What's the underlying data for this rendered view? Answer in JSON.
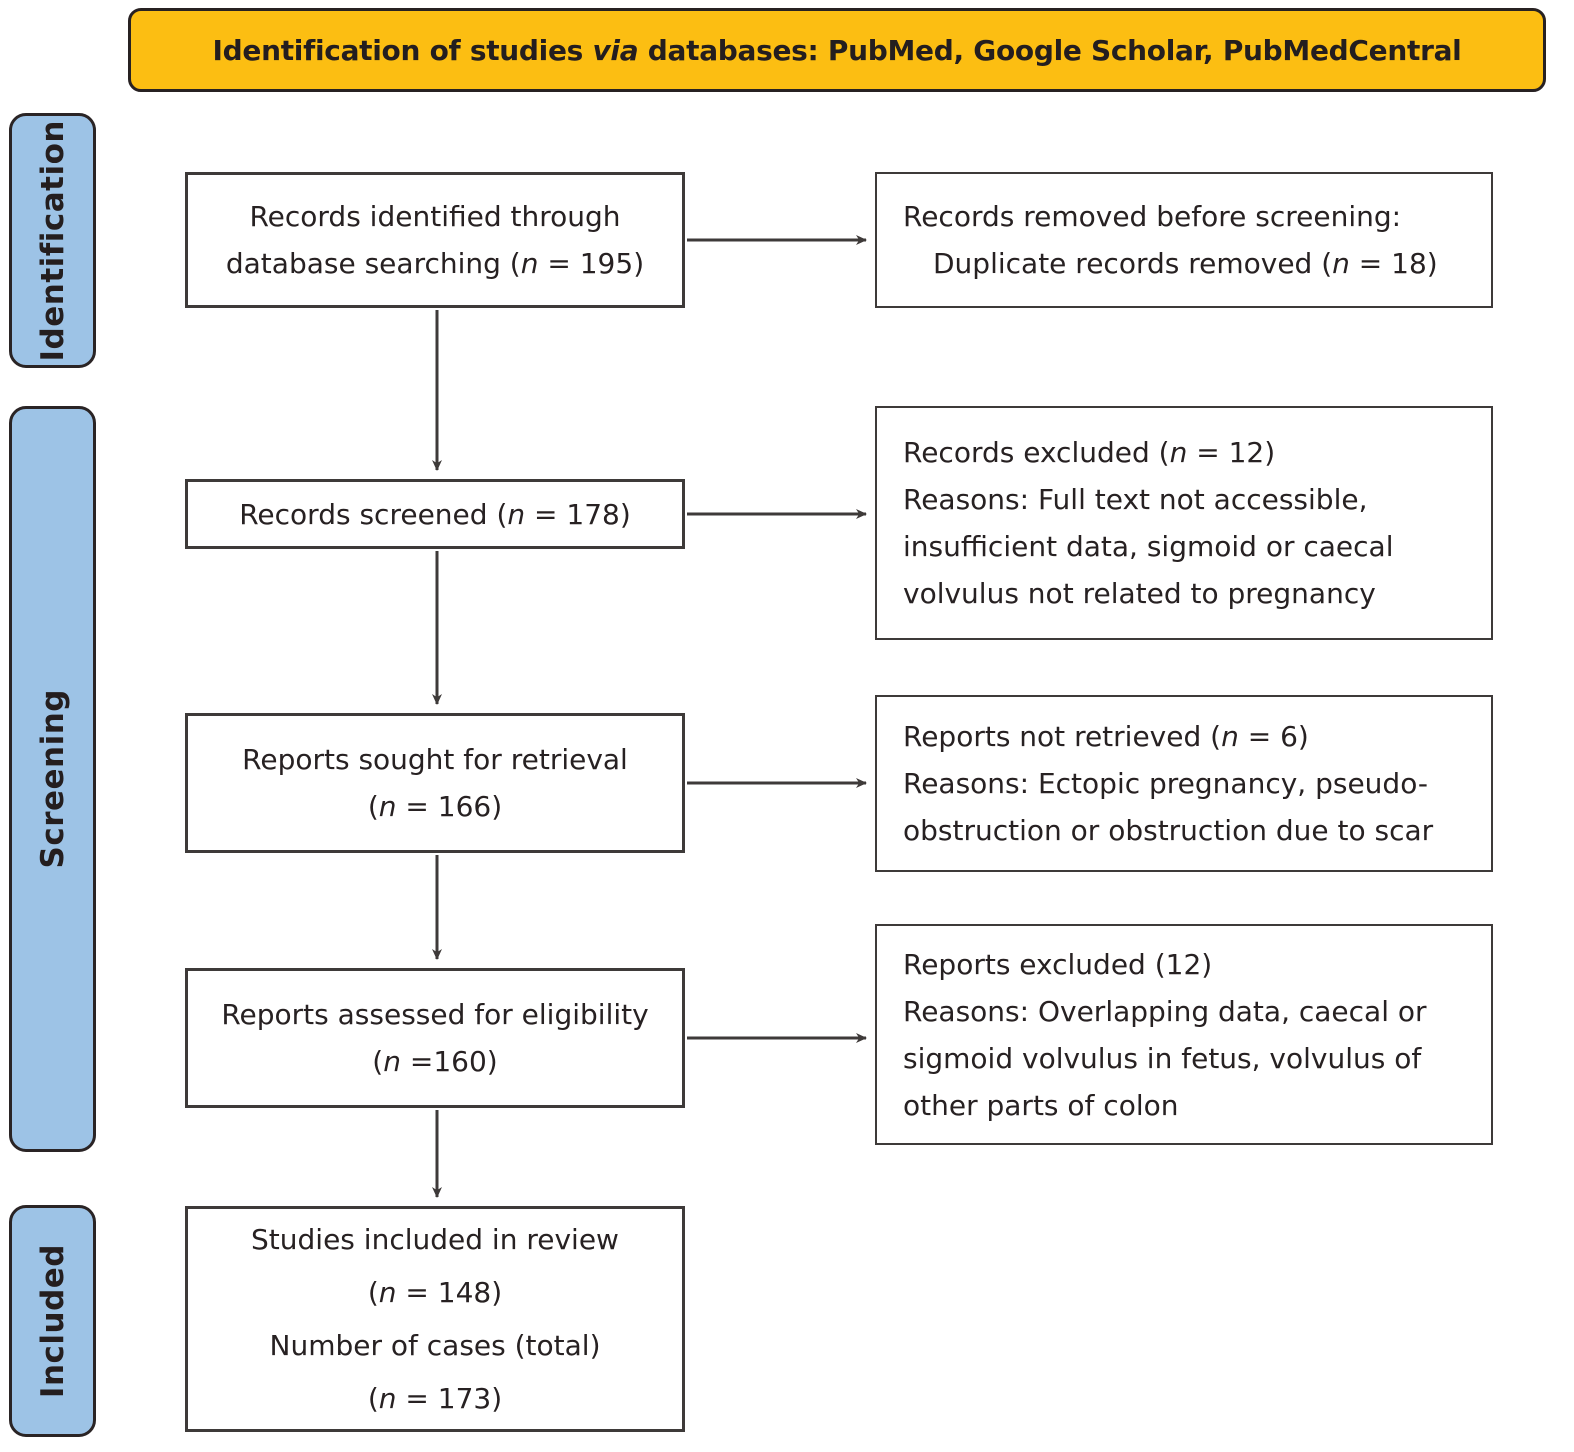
{
  "colors": {
    "banner-bg": "#FCBE12",
    "stage-bg": "#9DC3E6",
    "ink": "#272122",
    "line": "#3E3A39"
  },
  "header": {
    "title_prefix": "Identification of studies ",
    "title_italic": "via",
    "title_suffix": " databases: PubMed, Google Scholar, PubMedCentral"
  },
  "stages": {
    "identification": "Identification",
    "screening": "Screening",
    "included": "Included"
  },
  "boxes": {
    "records_identified": {
      "lines": [
        {
          "pre": "Records identified through"
        },
        {
          "pre": "database searching (",
          "it": "n",
          "post": " = 195)"
        }
      ]
    },
    "records_removed": {
      "lines": [
        {
          "pre": "Records removed before screening:"
        },
        {
          "pre": "Duplicate records removed (",
          "it": "n",
          "post": " = 18)"
        }
      ]
    },
    "records_screened": {
      "lines": [
        {
          "pre": "Records screened (",
          "it": "n",
          "post": " = 178)"
        }
      ]
    },
    "records_excluded": {
      "lines": [
        {
          "pre": "Records excluded (",
          "it": "n",
          "post": " = 12)"
        },
        {
          "pre": "Reasons: Full text not accessible,"
        },
        {
          "pre": "insufficient data, sigmoid or caecal"
        },
        {
          "pre": "volvulus not related to pregnancy"
        }
      ]
    },
    "reports_sought": {
      "lines": [
        {
          "pre": "Reports sought for retrieval"
        },
        {
          "pre": "(",
          "it": "n",
          "post": " = 166)"
        }
      ]
    },
    "reports_not_retrieved": {
      "lines": [
        {
          "pre": "Reports not retrieved (",
          "it": "n",
          "post": " = 6)"
        },
        {
          "pre": "Reasons: Ectopic pregnancy, pseudo-"
        },
        {
          "pre": "obstruction or obstruction due to scar"
        }
      ]
    },
    "reports_assessed": {
      "lines": [
        {
          "pre": "Reports assessed for eligibility"
        },
        {
          "pre": "(",
          "it": "n",
          "post": " =160)"
        }
      ]
    },
    "reports_excluded": {
      "lines": [
        {
          "pre": "Reports excluded (12)"
        },
        {
          "pre": "Reasons: Overlapping data, caecal or"
        },
        {
          "pre": "sigmoid volvulus in fetus, volvulus of"
        },
        {
          "pre": "other parts of colon"
        }
      ]
    },
    "studies_included": {
      "lines": [
        {
          "pre": "Studies included in review"
        },
        {
          "pre": "(",
          "it": "n",
          "post": " = 148)"
        },
        {
          "pre": "Number of cases (total)"
        },
        {
          "pre": "(",
          "it": "n",
          "post": " = 173)"
        }
      ]
    }
  }
}
